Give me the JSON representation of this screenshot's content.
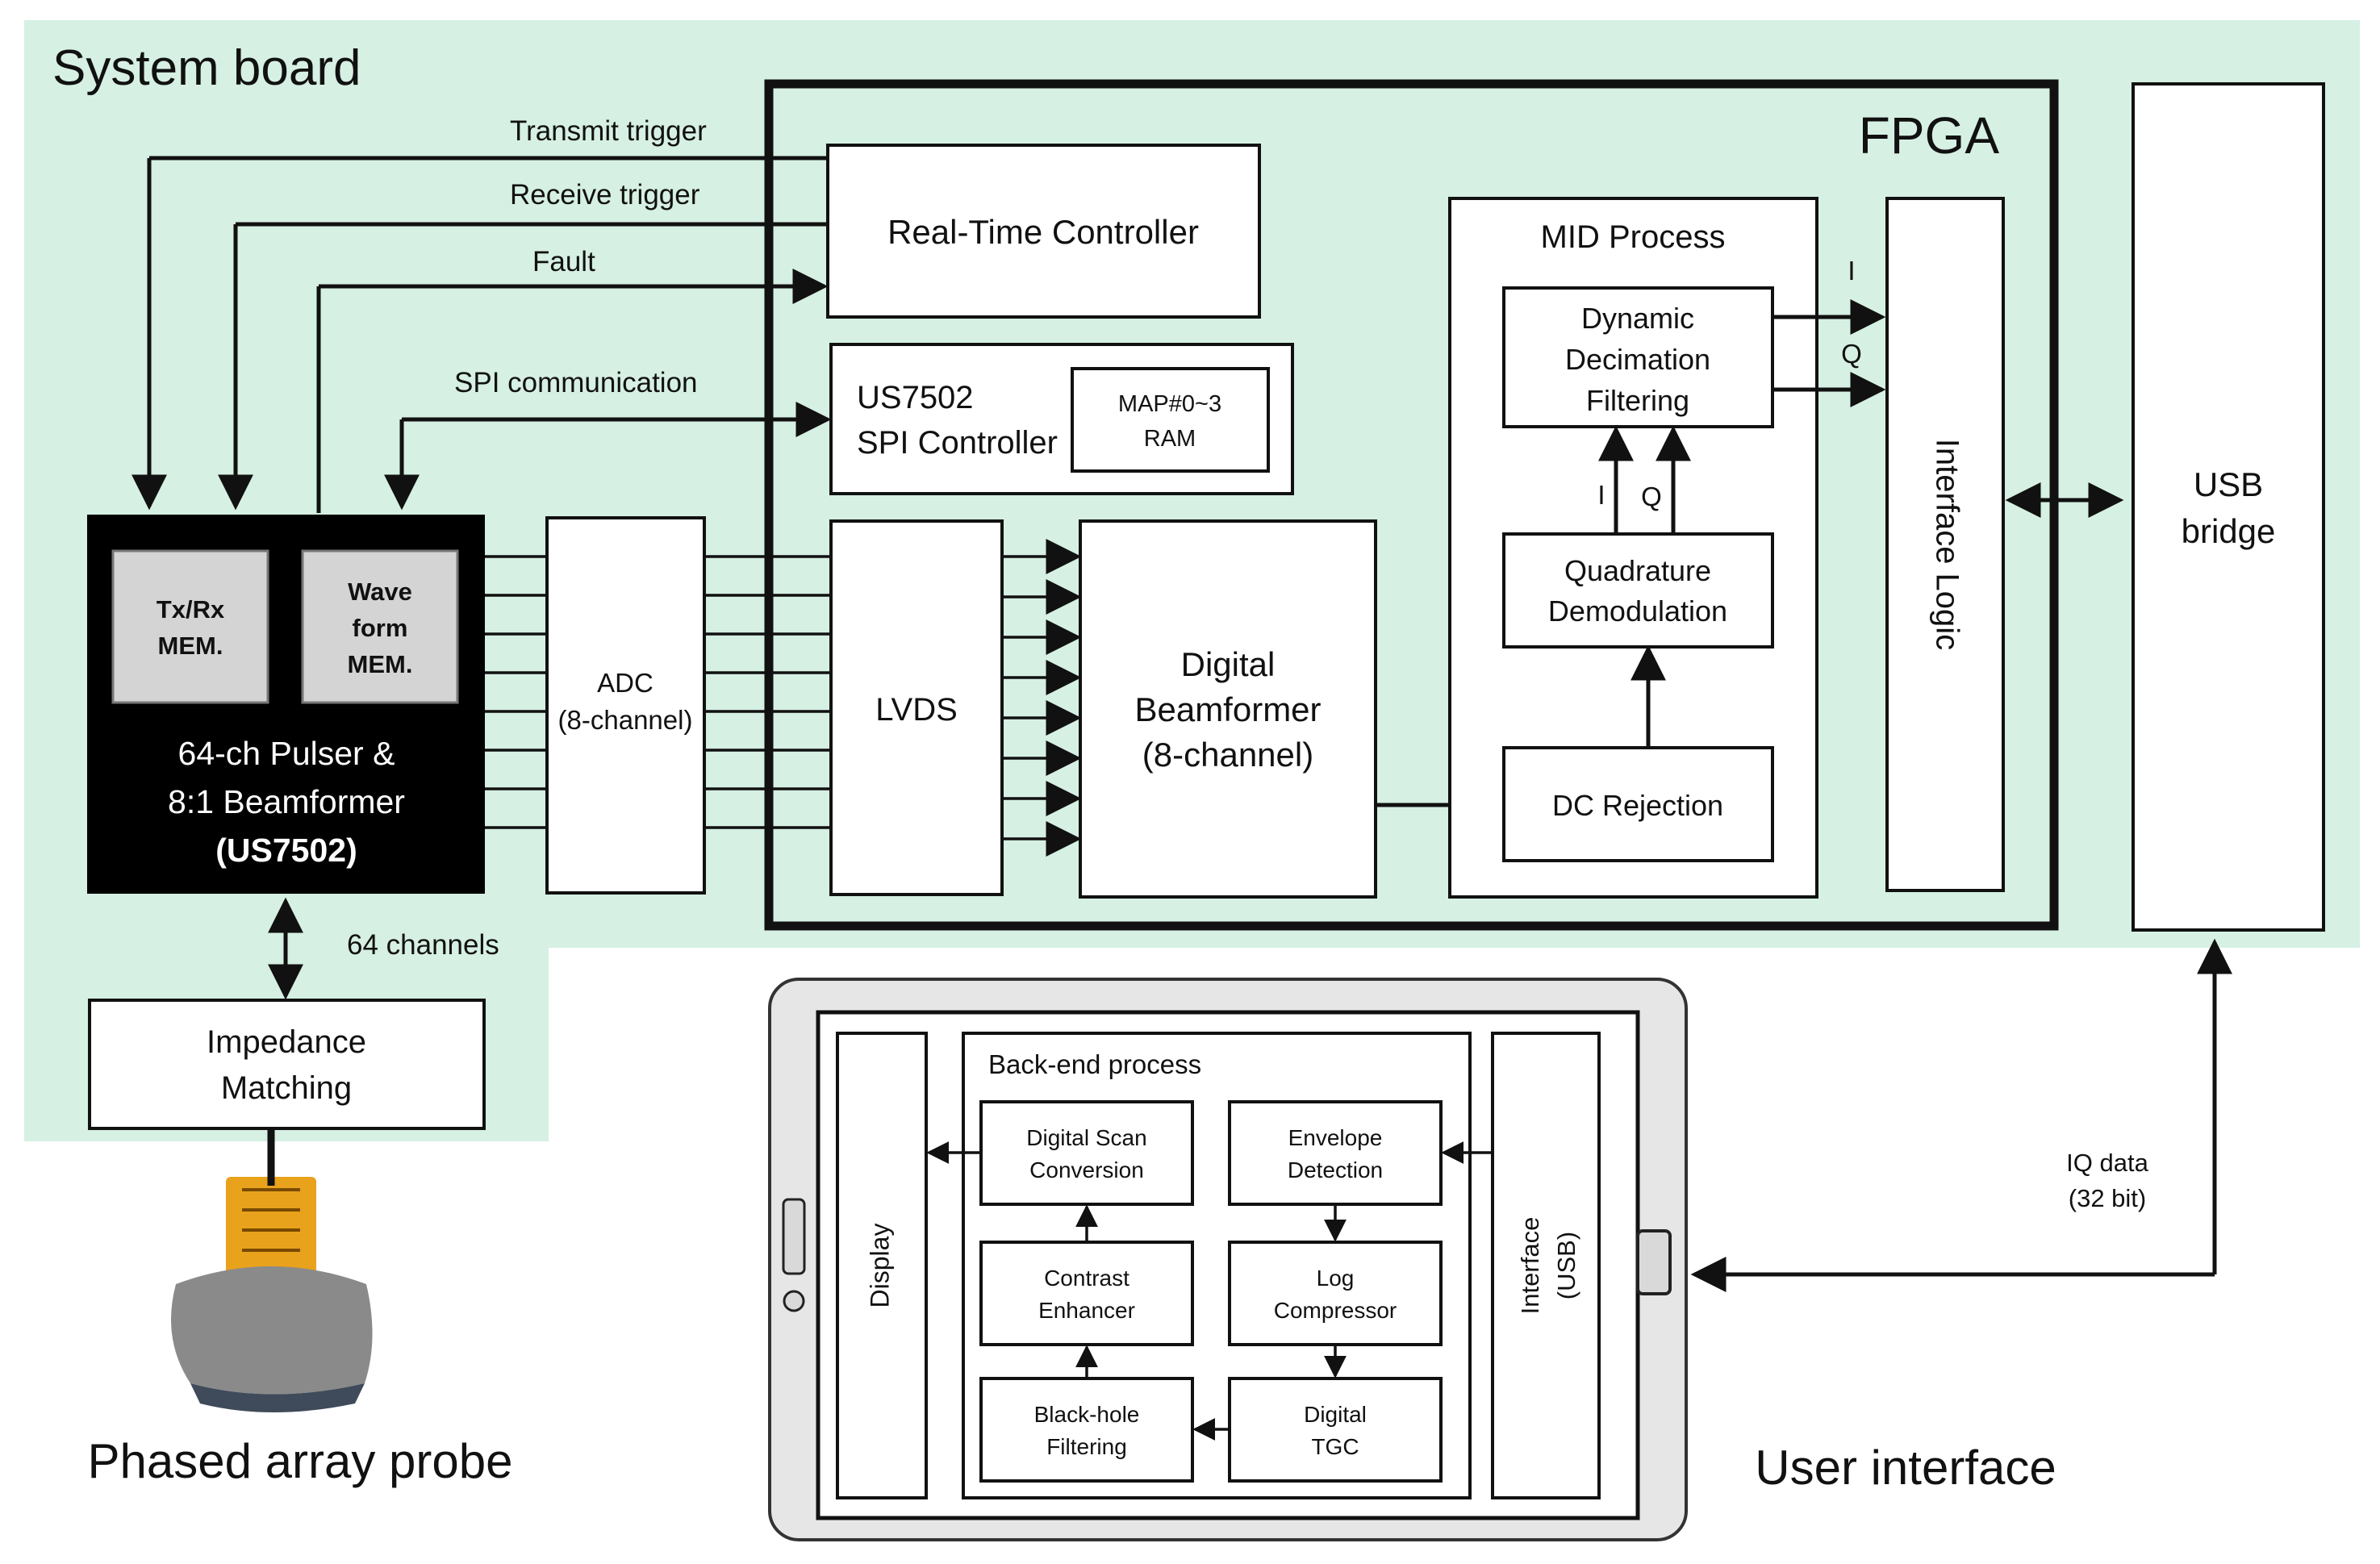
{
  "colors": {
    "board_bg": "#d6f0e3",
    "chip": "#000000",
    "mem_block": "#d4d4d4",
    "stroke": "#111111",
    "tablet_frame": "#e6e6e6",
    "probe_flex": "#e8a21c",
    "probe_body": "#8a8a8a"
  },
  "system_board": {
    "title": "System board"
  },
  "fpga": {
    "title": "FPGA"
  },
  "signals": {
    "transmit": "Transmit trigger",
    "receive": "Receive trigger",
    "fault": "Fault",
    "spi": "SPI communication"
  },
  "rtc": {
    "label": "Real-Time Controller"
  },
  "spi_ctrl": {
    "line1": "US7502",
    "line2": "SPI Controller",
    "map_line1": "MAP#0~3",
    "map_line2": "RAM"
  },
  "pulser": {
    "txrx_line1": "Tx/Rx",
    "txrx_line2": "MEM.",
    "wave_line1": "Wave",
    "wave_line2": "form",
    "wave_line3": "MEM.",
    "line1": "64-ch Pulser &",
    "line2": "8:1 Beamformer",
    "line3": "(US7502)"
  },
  "adc": {
    "line1": "ADC",
    "line2": "(8-channel)"
  },
  "lvds": {
    "label": "LVDS"
  },
  "digital_bf": {
    "line1": "Digital",
    "line2": "Beamformer",
    "line3": "(8-channel)"
  },
  "mid": {
    "title": "MID Process",
    "ddf_line1": "Dynamic",
    "ddf_line2": "Decimation",
    "ddf_line3": "Filtering",
    "quad_line1": "Quadrature",
    "quad_line2": "Demodulation",
    "dc": "DC Rejection",
    "i_label": "I",
    "q_label": "Q"
  },
  "interface_logic": {
    "label": "Interface Logic"
  },
  "usb_bridge": {
    "line1": "USB",
    "line2": "bridge"
  },
  "channels_label": "64 channels",
  "impedance": {
    "line1": "Impedance",
    "line2": "Matching"
  },
  "probe_label": "Phased array probe",
  "iq_data": {
    "line1": "IQ data",
    "line2": "(32 bit)"
  },
  "user_interface_label": "User interface",
  "tablet": {
    "display": "Display",
    "backend_title": "Back-end process",
    "interface_usb_line1": "Interface",
    "interface_usb_line2": "(USB)",
    "dsc_line1": "Digital Scan",
    "dsc_line2": "Conversion",
    "env_line1": "Envelope",
    "env_line2": "Detection",
    "contrast_line1": "Contrast",
    "contrast_line2": "Enhancer",
    "log_line1": "Log",
    "log_line2": "Compressor",
    "bh_line1": "Black-hole",
    "bh_line2": "Filtering",
    "tgc_line1": "Digital",
    "tgc_line2": "TGC"
  }
}
